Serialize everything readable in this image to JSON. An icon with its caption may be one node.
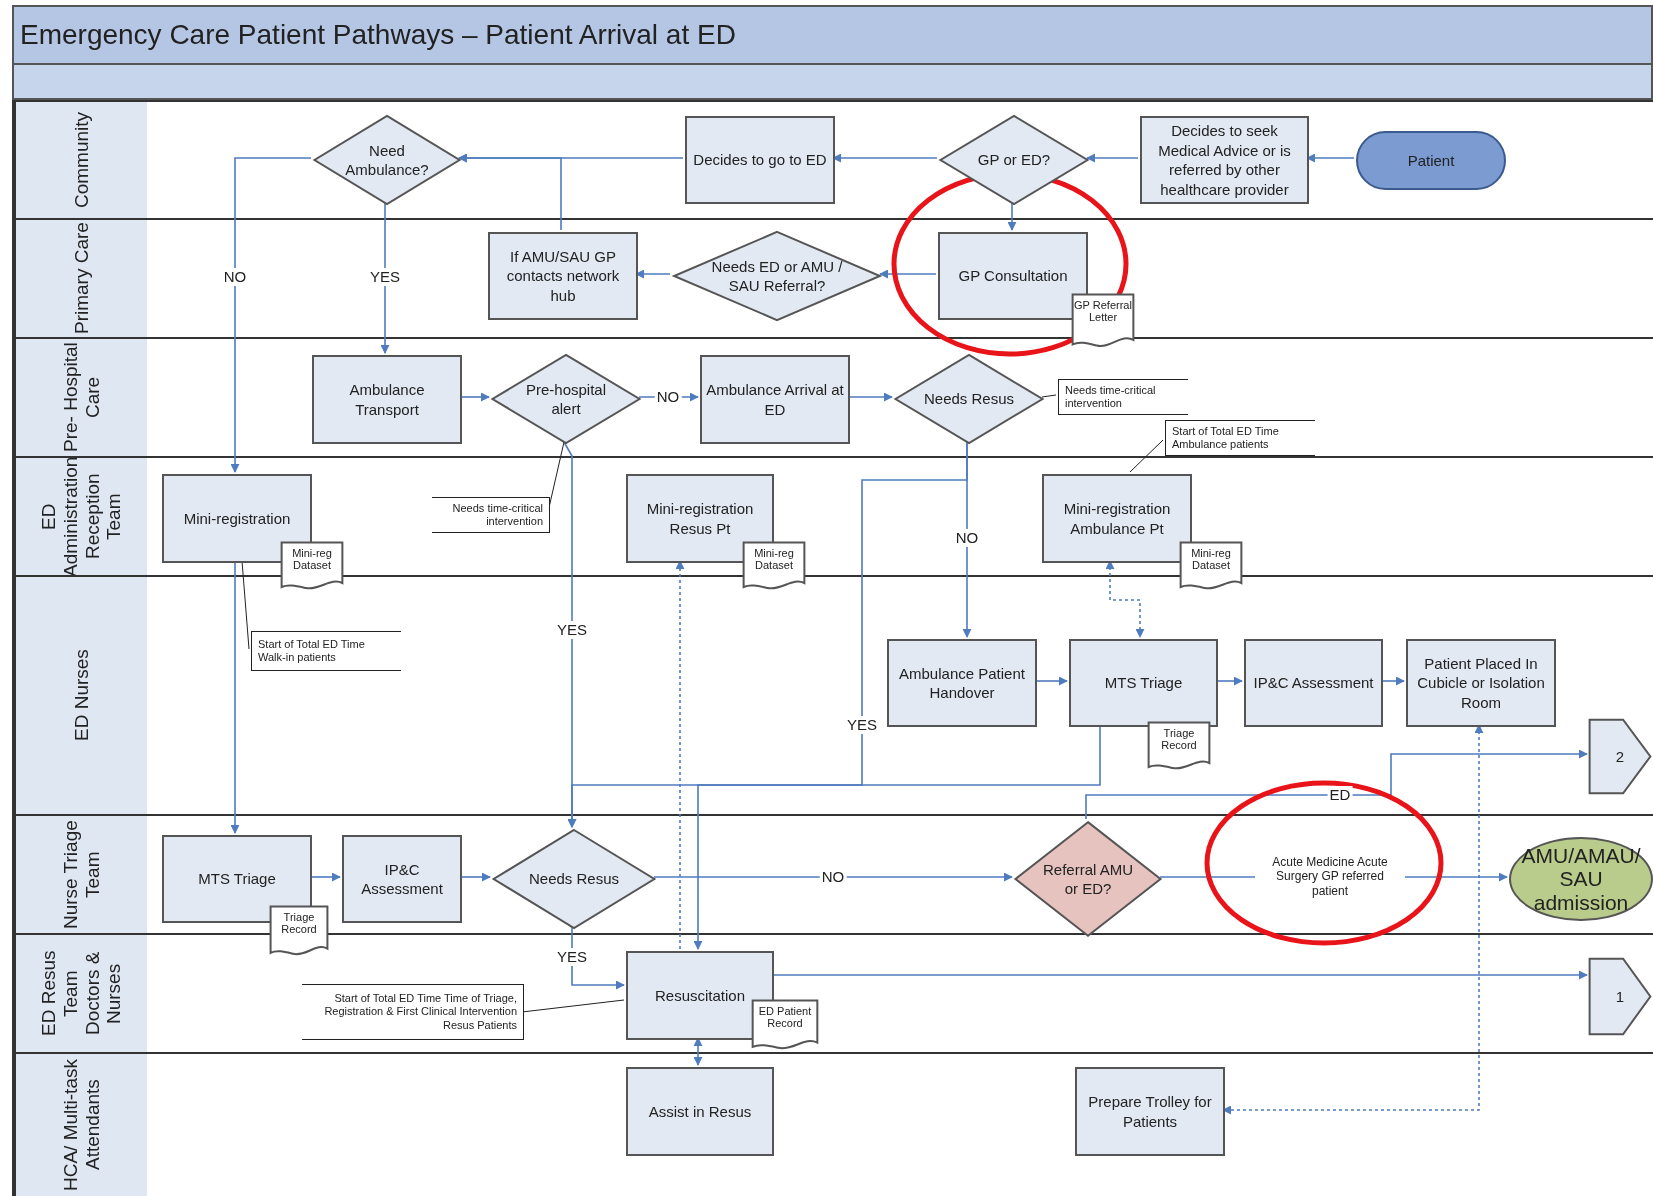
{
  "diagram": {
    "title": "Emergency Care Patient Pathways – Patient Arrival at ED",
    "nodes": [
      {
        "text": [
          "Community"
        ]
      },
      {
        "text": [
          "Need Ambulance?"
        ],
        "in": 0
      },
      {
        "text": [
          "Decides to go to ED"
        ],
        "in": 0
      },
      {
        "text": [
          "GP or ED?"
        ],
        "in": 0
      },
      {
        "text": [
          "Decides to seek Medical Advice or is referred by other healthcare provider"
        ],
        "in": 0
      },
      {
        "text": [
          "Patient"
        ],
        "in": 0
      },
      {
        "text": [
          "Primary Care"
        ]
      },
      {
        "text": [
          "If AMU/SAU GP contacts network hub"
        ],
        "in": 6
      },
      {
        "text": [
          "Needs ED or AMU / SAU Referral?"
        ],
        "in": 6
      },
      {
        "text": [
          "GP Consultation"
        ],
        "in": 6
      },
      {
        "text": [
          "GP Referral Letter"
        ],
        "in": 6
      },
      {
        "text": [
          "Pre- Hospital Care"
        ]
      },
      {
        "text": [
          "Ambulance Transport"
        ],
        "in": 11
      },
      {
        "text": [
          "Pre-hospital alert"
        ],
        "in": 11
      },
      {
        "text": [
          "Ambulance Arrival at ED"
        ],
        "in": 11
      },
      {
        "text": [
          "Needs Resus"
        ],
        "in": 11
      },
      {
        "text": [
          "Needs time-critical intervention"
        ],
        "in": 11
      },
      {
        "text": [
          "Start of Total ED Time Ambulance patients"
        ],
        "in": 11
      },
      {
        "text": [
          "ED Administration Reception Team"
        ]
      },
      {
        "text": [
          "Mini-registration"
        ],
        "in": 18
      },
      {
        "text": [
          "Mini-reg Dataset"
        ],
        "in": 18
      },
      {
        "text": [
          "Needs time-critical intervention"
        ],
        "in": 18
      },
      {
        "text": [
          "Mini-registration Resus Pt"
        ],
        "in": 18
      },
      {
        "text": [
          "Mini-reg Dataset"
        ],
        "in": 18
      },
      {
        "text": [
          "Mini-registration Ambulance Pt"
        ],
        "in": 18
      },
      {
        "text": [
          "Mini-reg Dataset"
        ],
        "in": 18
      },
      {
        "text": [
          "ED Nurses"
        ]
      },
      {
        "text": [
          "Start of Total ED Time Walk-in patients"
        ],
        "in": 26
      },
      {
        "text": [
          "Ambulance Patient Handover"
        ],
        "in": 26
      },
      {
        "text": [
          "MTS Triage"
        ],
        "in": 26
      },
      {
        "text": [
          "Triage Record"
        ],
        "in": 26
      },
      {
        "text": [
          "IP&C Assessment"
        ],
        "in": 26
      },
      {
        "text": [
          "Patient Placed In Cubicle or Isolation Room"
        ],
        "in": 26
      },
      {
        "text": [
          "2"
        ],
        "in": 26
      },
      {
        "text": [
          "Nurse Triage Team"
        ]
      },
      {
        "text": [
          "MTS Triage"
        ],
        "in": 34
      },
      {
        "text": [
          "Triage Record"
        ],
        "in": 34
      },
      {
        "text": [
          "IP&C Assessment"
        ],
        "in": 34
      },
      {
        "text": [
          "Needs Resus"
        ],
        "in": 34
      },
      {
        "text": [
          "Referral AMU or ED?"
        ],
        "in": 34
      },
      {
        "text": [
          "AMU/AMAU/ SAU admission"
        ],
        "in": 34
      },
      {
        "text": [
          "ED Resus Team Doctors & Nurses"
        ]
      },
      {
        "text": [
          "Start of Total ED Time Time of Triage, Registration & First Clinical Intervention Resus Patients"
        ],
        "in": 41
      },
      {
        "text": [
          "Resuscitation"
        ],
        "in": 41
      },
      {
        "text": [
          "ED Patient Record"
        ],
        "in": 41
      },
      {
        "text": [
          "1"
        ],
        "in": 41
      },
      {
        "text": [
          "HCA/ Multi-task Attendants"
        ]
      },
      {
        "text": [
          "Assist in Resus"
        ],
        "in": 46
      },
      {
        "text": [
          "Prepare Trolley for Patients"
        ],
        "in": 46
      }
    ],
    "edges": [
      {
        "from": 5,
        "to": 4,
        "arrow": "to"
      },
      {
        "from": 4,
        "to": 3,
        "arrow": "to"
      },
      {
        "from": 3,
        "to": 2,
        "arrow": "to"
      },
      {
        "from": 3,
        "to": 9,
        "arrow": "to"
      },
      {
        "from": 2,
        "to": 1,
        "arrow": "to"
      },
      {
        "from": 9,
        "to": 8,
        "arrow": "to"
      },
      {
        "from": 8,
        "to": 7,
        "arrow": "to"
      },
      {
        "from": 7,
        "to": 1,
        "arrow": "to"
      },
      {
        "from": 1,
        "to": 19,
        "arrow": "to",
        "label": "NO"
      },
      {
        "from": 1,
        "to": 12,
        "arrow": "to",
        "label": "YES"
      },
      {
        "from": 12,
        "to": 13,
        "arrow": "to"
      },
      {
        "from": 13,
        "to": 14,
        "arrow": "to",
        "label": "NO"
      },
      {
        "from": 13,
        "to": 38,
        "arrow": "to",
        "label": "YES"
      },
      {
        "from": 14,
        "to": 15,
        "arrow": "to"
      },
      {
        "from": 15,
        "to": 28,
        "arrow": "to",
        "label": "NO"
      },
      {
        "from": 15,
        "to": 43,
        "arrow": "to",
        "label": "YES"
      },
      {
        "from": 16,
        "to": 15,
        "arrow": "none",
        "color": "#222222"
      },
      {
        "from": 21,
        "to": 13,
        "arrow": "none",
        "color": "#222222"
      },
      {
        "from": 17,
        "to": 24,
        "arrow": "none",
        "color": "#222222"
      },
      {
        "from": 27,
        "to": 19,
        "arrow": "none",
        "color": "#222222"
      },
      {
        "from": 19,
        "to": 35,
        "arrow": "to"
      },
      {
        "from": 35,
        "to": 37,
        "arrow": "to"
      },
      {
        "from": 37,
        "to": 38,
        "arrow": "to"
      },
      {
        "from": 38,
        "to": 39,
        "arrow": "to",
        "label": "NO"
      },
      {
        "from": 38,
        "to": 43,
        "arrow": "to",
        "label": "YES"
      },
      {
        "from": 42,
        "to": 43,
        "arrow": "none",
        "color": "#222222"
      },
      {
        "from": 39,
        "to": 40,
        "arrow": "to",
        "label": "Acute Medicine Acute Surgery GP referred patient"
      },
      {
        "from": 39,
        "to": 33,
        "arrow": "to",
        "label": "ED"
      },
      {
        "from": 28,
        "to": 29,
        "arrow": "to"
      },
      {
        "from": 29,
        "to": 31,
        "arrow": "to"
      },
      {
        "from": 31,
        "to": 32,
        "arrow": "to"
      },
      {
        "from": 29,
        "to": 38,
        "arrow": "to"
      },
      {
        "from": 43,
        "to": 45,
        "arrow": "to"
      },
      {
        "from": 43,
        "to": 47,
        "arrow": "both"
      },
      {
        "from": 43,
        "to": 22,
        "arrow": "to",
        "style": "dashed"
      },
      {
        "from": 24,
        "to": 29,
        "arrow": "both",
        "style": "dashed"
      },
      {
        "from": 32,
        "to": 48,
        "arrow": "both",
        "style": "dashed"
      }
    ]
  }
}
